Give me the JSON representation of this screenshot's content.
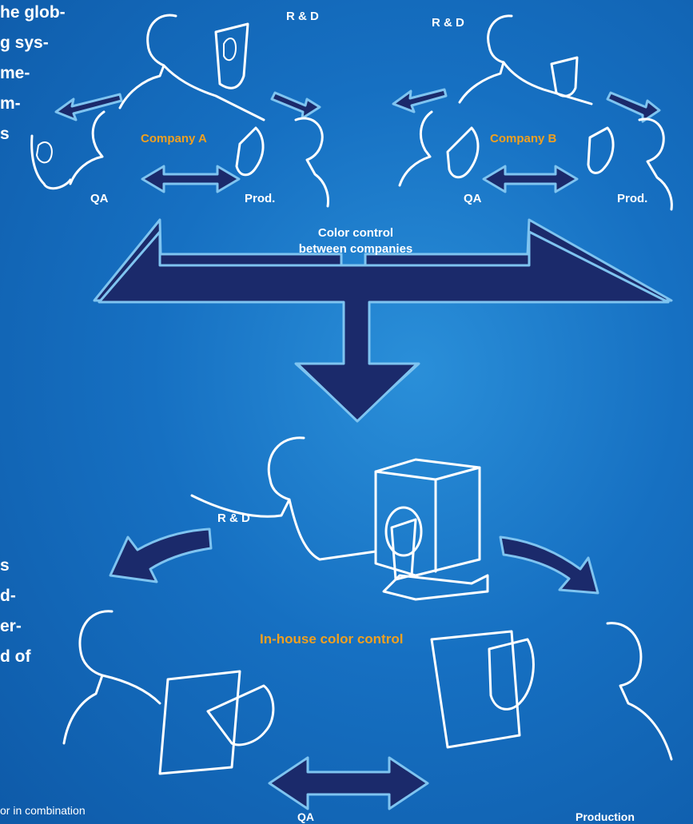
{
  "side_text_top": [
    "he glob-",
    "g sys-",
    "me-",
    "m-",
    "s"
  ],
  "side_text_bottom": [
    "s",
    "d-",
    "er-",
    "d of"
  ],
  "footnote": "or in combination",
  "between": {
    "title_line1": "Color control",
    "title_line2": "between companies",
    "company_a": {
      "name": "Company A",
      "rd": "R & D",
      "qa": "QA",
      "prod": "Prod."
    },
    "company_b": {
      "name": "Company B",
      "rd": "R & D",
      "qa": "QA",
      "prod": "Prod."
    }
  },
  "inhouse": {
    "title": "In-house color control",
    "rd": "R & D",
    "qa": "QA",
    "production": "Production"
  },
  "colors": {
    "background": "#1670c2",
    "arrow_fill": "#1b2a6b",
    "arrow_stroke": "#7fc4f0",
    "accent": "#f0a020"
  }
}
